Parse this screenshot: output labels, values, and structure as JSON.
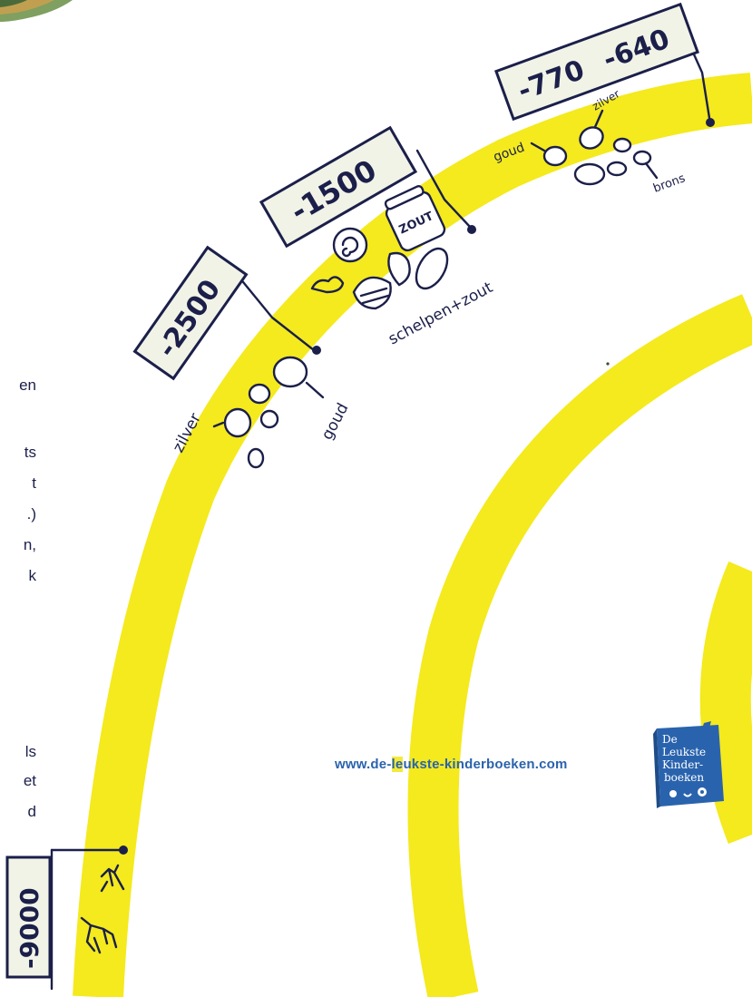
{
  "colors": {
    "track": "#f4ea1d",
    "ink": "#1b1f4a",
    "link": "#2a63ad",
    "logo_blue": "#2a63ad"
  },
  "left_fragments": [
    "en",
    "ts",
    "t",
    ".)",
    "n,",
    "k",
    "ls",
    "et",
    "d"
  ],
  "timeline": {
    "marker_9000": {
      "year": "-9000"
    },
    "marker_2500": {
      "year": "-2500",
      "notes": [
        "zilver",
        "goud"
      ]
    },
    "marker_1500": {
      "year": "-1500",
      "jar_label": "ZOUT",
      "notes": [
        "schelpen+zout"
      ]
    },
    "marker_770_640": {
      "year_a": "-770",
      "year_b": "-640",
      "notes": [
        "goud",
        "zilver",
        "brons"
      ]
    }
  },
  "footer": {
    "website_pre": "www.de-",
    "website_hl": "le",
    "website_post": "ukste-kinderboeken.com",
    "logo_lines": [
      "De",
      "Leukste",
      "Kinder-",
      "boeken"
    ]
  }
}
